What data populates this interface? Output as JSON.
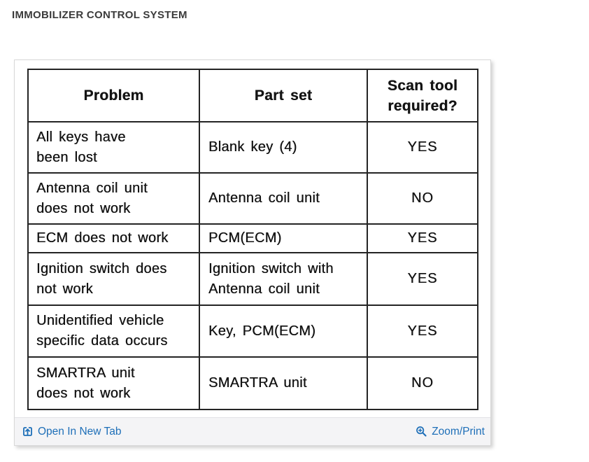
{
  "page": {
    "title": "IMMOBILIZER CONTROL SYSTEM"
  },
  "table": {
    "columns": [
      "Problem",
      "Part set",
      "Scan tool\nrequired?"
    ],
    "rows": [
      {
        "problem": "All keys have\nbeen lost",
        "part_set": "Blank key (4)",
        "scan_tool_required": "YES"
      },
      {
        "problem": "Antenna coil unit\ndoes not work",
        "part_set": "Antenna coil unit",
        "scan_tool_required": "NO"
      },
      {
        "problem": "ECM does not work",
        "part_set": "PCM(ECM)",
        "scan_tool_required": "YES"
      },
      {
        "problem": "Ignition switch does\nnot work",
        "part_set": "Ignition switch with\nAntenna coil unit",
        "scan_tool_required": "YES"
      },
      {
        "problem": "Unidentified vehicle\nspecific data occurs",
        "part_set": "Key, PCM(ECM)",
        "scan_tool_required": "YES"
      },
      {
        "problem": "SMARTRA unit\ndoes not work",
        "part_set": "SMARTRA unit",
        "scan_tool_required": "NO"
      }
    ]
  },
  "footer": {
    "open_in_new_tab_label": "Open In New Tab",
    "zoom_print_label": "Zoom/Print"
  },
  "icons": {
    "open_in_new_tab": "open-in-new-tab-icon",
    "zoom_print": "zoom-in-icon"
  },
  "colors": {
    "link_blue": "#1e6fb8",
    "heading_gray": "#3b3b3b",
    "footer_background": "#f4f4f6",
    "panel_border": "#d8d8d8",
    "table_ink": "#242424"
  }
}
